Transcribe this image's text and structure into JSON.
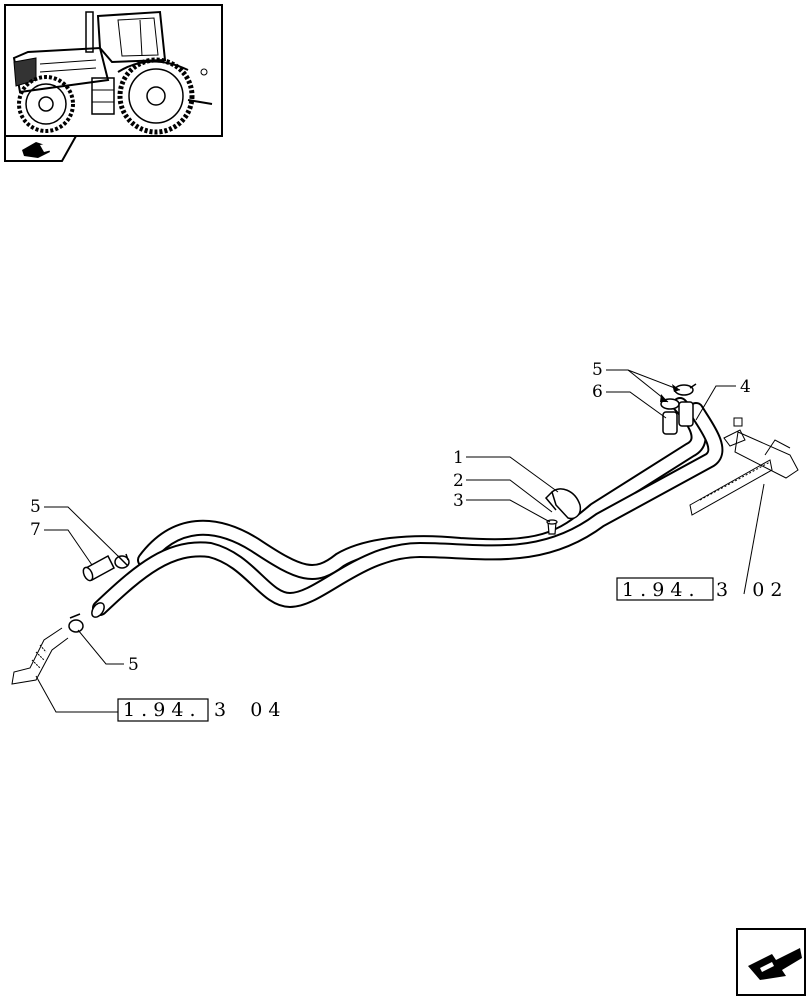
{
  "callouts": {
    "c1": "1",
    "c2": "2",
    "c3": "3",
    "c4": "4",
    "c5_top": "5",
    "c6": "6",
    "c5_left": "5",
    "c7": "7",
    "c5_bottom": "5"
  },
  "references": {
    "ref_right": {
      "boxed": "1 . 9 4 .",
      "suffix": "3    0 2"
    },
    "ref_left": {
      "boxed": "1 . 9 4 .",
      "suffix": "3    0 4"
    }
  },
  "icons": {
    "thumbnail": "tractor-thumbnail-icon",
    "section": "section-tab-icon",
    "navigation": "next-page-arrow-icon"
  }
}
